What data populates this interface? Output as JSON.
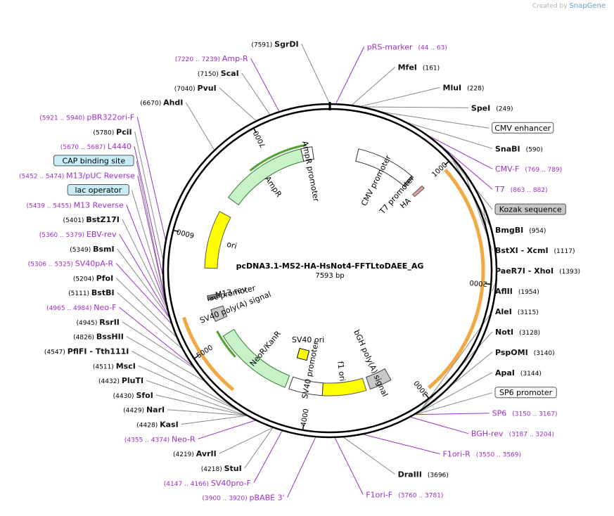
{
  "credit": {
    "prefix": "Created by",
    "brand": "SnapGene"
  },
  "plasmid": {
    "name": "pcDNA3.1-MS2-HA-HsNot4-FFTLtoDAEE_AG",
    "size_label": "7593 bp",
    "length": 7593
  },
  "colors": {
    "enzyme": "#111111",
    "primer": "#9b2fc9",
    "leader": "#888888",
    "backbone": "#000000",
    "orf_fill": "#c8f2c8",
    "orf_stroke": "#2e7d2e",
    "ori_fill": "#ffff00",
    "orange": "#f0a030",
    "green_arrow": "#3a9a1a",
    "feature_box": "#c8ecf8",
    "grey_box": "#c8c8c8"
  },
  "ticks": [
    {
      "bp": 1000,
      "label": "1000"
    },
    {
      "bp": 2000,
      "label": "2000"
    },
    {
      "bp": 3000,
      "label": "3000"
    },
    {
      "bp": 4000,
      "label": "4000"
    },
    {
      "bp": 5000,
      "label": "5000"
    },
    {
      "bp": 6000,
      "label": "6000"
    },
    {
      "bp": 7000,
      "label": "7000"
    }
  ],
  "arcs": [
    {
      "start": 1030,
      "end": 2950,
      "color": "orange"
    },
    {
      "start": 4620,
      "end": 5320,
      "color": "orange"
    },
    {
      "start": 6780,
      "end": 7370,
      "color": "green_arrow"
    },
    {
      "start": 4800,
      "end": 5100,
      "color": "green_arrow"
    }
  ],
  "labels": [
    {
      "bp": 7591,
      "pos": "(7591)",
      "name": "SgrDI",
      "kind": "enzyme"
    },
    {
      "bp": 44,
      "pos": "(44 .. 63)",
      "name": "pRS-marker",
      "kind": "primer"
    },
    {
      "bp": 161,
      "pos": "(161)",
      "name": "MfeI",
      "kind": "enzyme"
    },
    {
      "bp": 228,
      "pos": "(228)",
      "name": "MluI",
      "kind": "enzyme"
    },
    {
      "bp": 249,
      "pos": "(249)",
      "name": "SpeI",
      "kind": "enzyme"
    },
    {
      "bp": 400,
      "pos": "",
      "name": "CMV enhancer",
      "kind": "box_white"
    },
    {
      "bp": 590,
      "pos": "(590)",
      "name": "SnaBI",
      "kind": "enzyme"
    },
    {
      "bp": 769,
      "pos": "(769 .. 789)",
      "name": "CMV-F",
      "kind": "primer"
    },
    {
      "bp": 863,
      "pos": "(863 .. 882)",
      "name": "T7",
      "kind": "primer"
    },
    {
      "bp": 895,
      "pos": "",
      "name": "Kozak sequence",
      "kind": "box_grey"
    },
    {
      "bp": 954,
      "pos": "(954)",
      "name": "BmgBI",
      "kind": "enzyme"
    },
    {
      "bp": 1117,
      "pos": "(1117)",
      "name": "BstXI  - XcmI",
      "kind": "enzyme"
    },
    {
      "bp": 1393,
      "pos": "(1393)",
      "name": "PaeR7I  - XhoI",
      "kind": "enzyme"
    },
    {
      "bp": 1954,
      "pos": "(1954)",
      "name": "AflII",
      "kind": "enzyme"
    },
    {
      "bp": 3115,
      "pos": "(3115)",
      "name": "AleI",
      "kind": "enzyme"
    },
    {
      "bp": 3128,
      "pos": "(3128)",
      "name": "NotI",
      "kind": "enzyme"
    },
    {
      "bp": 3140,
      "pos": "(3140)",
      "name": "PspOMI",
      "kind": "enzyme"
    },
    {
      "bp": 3144,
      "pos": "(3144)",
      "name": "ApaI",
      "kind": "enzyme"
    },
    {
      "bp": 3148,
      "pos": "",
      "name": "SP6 promoter",
      "kind": "box_white"
    },
    {
      "bp": 3150,
      "pos": "(3150 .. 3167)",
      "name": "SP6",
      "kind": "primer"
    },
    {
      "bp": 3187,
      "pos": "(3187 .. 3204)",
      "name": "BGH-rev",
      "kind": "primer"
    },
    {
      "bp": 3550,
      "pos": "(3550 .. 3569)",
      "name": "F1ori-R",
      "kind": "primer"
    },
    {
      "bp": 3696,
      "pos": "(3696)",
      "name": "DraIII",
      "kind": "enzyme"
    },
    {
      "bp": 3760,
      "pos": "(3760 .. 3781)",
      "name": "F1ori-F",
      "kind": "primer"
    },
    {
      "bp": 3900,
      "pos": "(3900 .. 3920)",
      "name": "pBABE 3'",
      "kind": "primer"
    },
    {
      "bp": 4147,
      "pos": "(4147 .. 4166)",
      "name": "SV40pro-F",
      "kind": "primer"
    },
    {
      "bp": 4218,
      "pos": "(4218)",
      "name": "StuI",
      "kind": "enzyme"
    },
    {
      "bp": 4219,
      "pos": "(4219)",
      "name": "AvrII",
      "kind": "enzyme"
    },
    {
      "bp": 4355,
      "pos": "(4355 .. 4374)",
      "name": "Neo-R",
      "kind": "primer"
    },
    {
      "bp": 4428,
      "pos": "(4428)",
      "name": "KasI",
      "kind": "enzyme"
    },
    {
      "bp": 4429,
      "pos": "(4429)",
      "name": "NarI",
      "kind": "enzyme"
    },
    {
      "bp": 4430,
      "pos": "(4430)",
      "name": "SfoI",
      "kind": "enzyme"
    },
    {
      "bp": 4432,
      "pos": "(4432)",
      "name": "PluTI",
      "kind": "enzyme"
    },
    {
      "bp": 4511,
      "pos": "(4511)",
      "name": "MscI",
      "kind": "enzyme"
    },
    {
      "bp": 4547,
      "pos": "(4547)",
      "name": "PflFI  - Tth111I",
      "kind": "enzyme"
    },
    {
      "bp": 4826,
      "pos": "(4826)",
      "name": "BssHII",
      "kind": "enzyme"
    },
    {
      "bp": 4945,
      "pos": "(4945)",
      "name": "RsrII",
      "kind": "enzyme"
    },
    {
      "bp": 4965,
      "pos": "(4965 .. 4984)",
      "name": "Neo-F",
      "kind": "primer"
    },
    {
      "bp": 5111,
      "pos": "(5111)",
      "name": "BstBI",
      "kind": "enzyme"
    },
    {
      "bp": 5204,
      "pos": "(5204)",
      "name": "PfoI",
      "kind": "enzyme"
    },
    {
      "bp": 5306,
      "pos": "(5306 .. 5325)",
      "name": "SV40pA-R",
      "kind": "primer"
    },
    {
      "bp": 5349,
      "pos": "(5349)",
      "name": "BsmI",
      "kind": "enzyme"
    },
    {
      "bp": 5360,
      "pos": "(5360 .. 5379)",
      "name": "EBV-rev",
      "kind": "primer"
    },
    {
      "bp": 5401,
      "pos": "(5401)",
      "name": "BstZ17I",
      "kind": "enzyme"
    },
    {
      "bp": 5439,
      "pos": "(5439 .. 5455)",
      "name": "M13 Reverse",
      "kind": "primer"
    },
    {
      "bp": 5445,
      "pos": "",
      "name": "lac operator",
      "kind": "box_blue"
    },
    {
      "bp": 5452,
      "pos": "(5452 .. 5474)",
      "name": "M13/pUC Reverse",
      "kind": "primer"
    },
    {
      "bp": 5500,
      "pos": "",
      "name": "CAP binding site",
      "kind": "box_blue"
    },
    {
      "bp": 5670,
      "pos": "(5670 .. 5687)",
      "name": "L4440",
      "kind": "primer"
    },
    {
      "bp": 5780,
      "pos": "(5780)",
      "name": "PciI",
      "kind": "enzyme"
    },
    {
      "bp": 5921,
      "pos": "(5921 .. 5940)",
      "name": "pBR322ori-F",
      "kind": "primer"
    },
    {
      "bp": 6670,
      "pos": "(6670)",
      "name": "AhdI",
      "kind": "enzyme"
    },
    {
      "bp": 7040,
      "pos": "(7040)",
      "name": "PvuI",
      "kind": "enzyme"
    },
    {
      "bp": 7150,
      "pos": "(7150)",
      "name": "ScaI",
      "kind": "enzyme"
    },
    {
      "bp": 7220,
      "pos": "(7220 .. 7239)",
      "name": "Amp-R",
      "kind": "primer"
    }
  ],
  "features": [
    {
      "name": "CMV promoter",
      "start": 280,
      "end": 860,
      "type": "promoter",
      "label": "CMV promoter"
    },
    {
      "name": "T7 promoter",
      "start": 863,
      "end": 882,
      "type": "small",
      "label": "T7 promoter"
    },
    {
      "name": "HA",
      "start": 1000,
      "end": 1030,
      "type": "tag",
      "label": "HA"
    },
    {
      "name": "bGH poly(A) signal",
      "start": 3180,
      "end": 3400,
      "type": "grey_box",
      "label": "bGH poly(A) signal"
    },
    {
      "name": "f1 ori",
      "start": 3440,
      "end": 3870,
      "type": "ori_rev",
      "label": "f1 ori"
    },
    {
      "name": "SV40 promoter",
      "start": 3870,
      "end": 4200,
      "type": "promoter_rev",
      "label": "SV40 promoter"
    },
    {
      "name": "NeoR/KanR",
      "start": 4240,
      "end": 5030,
      "type": "orf_rev",
      "label": "NeoR/KanR"
    },
    {
      "name": "SV40 poly(A) signal",
      "start": 5190,
      "end": 5310,
      "type": "grey_box",
      "label": "SV40 poly(A) signal"
    },
    {
      "name": "lac promoter",
      "start": 5410,
      "end": 5440,
      "type": "small",
      "label": "lac promoter"
    },
    {
      "name": "M13 rev",
      "start": 5430,
      "end": 5450,
      "type": "small",
      "label": "M13 rev"
    },
    {
      "name": "ori",
      "start": 5720,
      "end": 6290,
      "type": "ori_rev",
      "label": "ori"
    },
    {
      "name": "AmpR",
      "start": 6450,
      "end": 7310,
      "type": "orf_rev",
      "label": "AmpR"
    },
    {
      "name": "AmpR promoter",
      "start": 7310,
      "end": 7420,
      "type": "promoter_rev",
      "label": "AmpR promoter"
    },
    {
      "name": "SV40 ori",
      "start": 0,
      "end": 0,
      "type": "free_box",
      "label": "SV40 ori"
    }
  ]
}
